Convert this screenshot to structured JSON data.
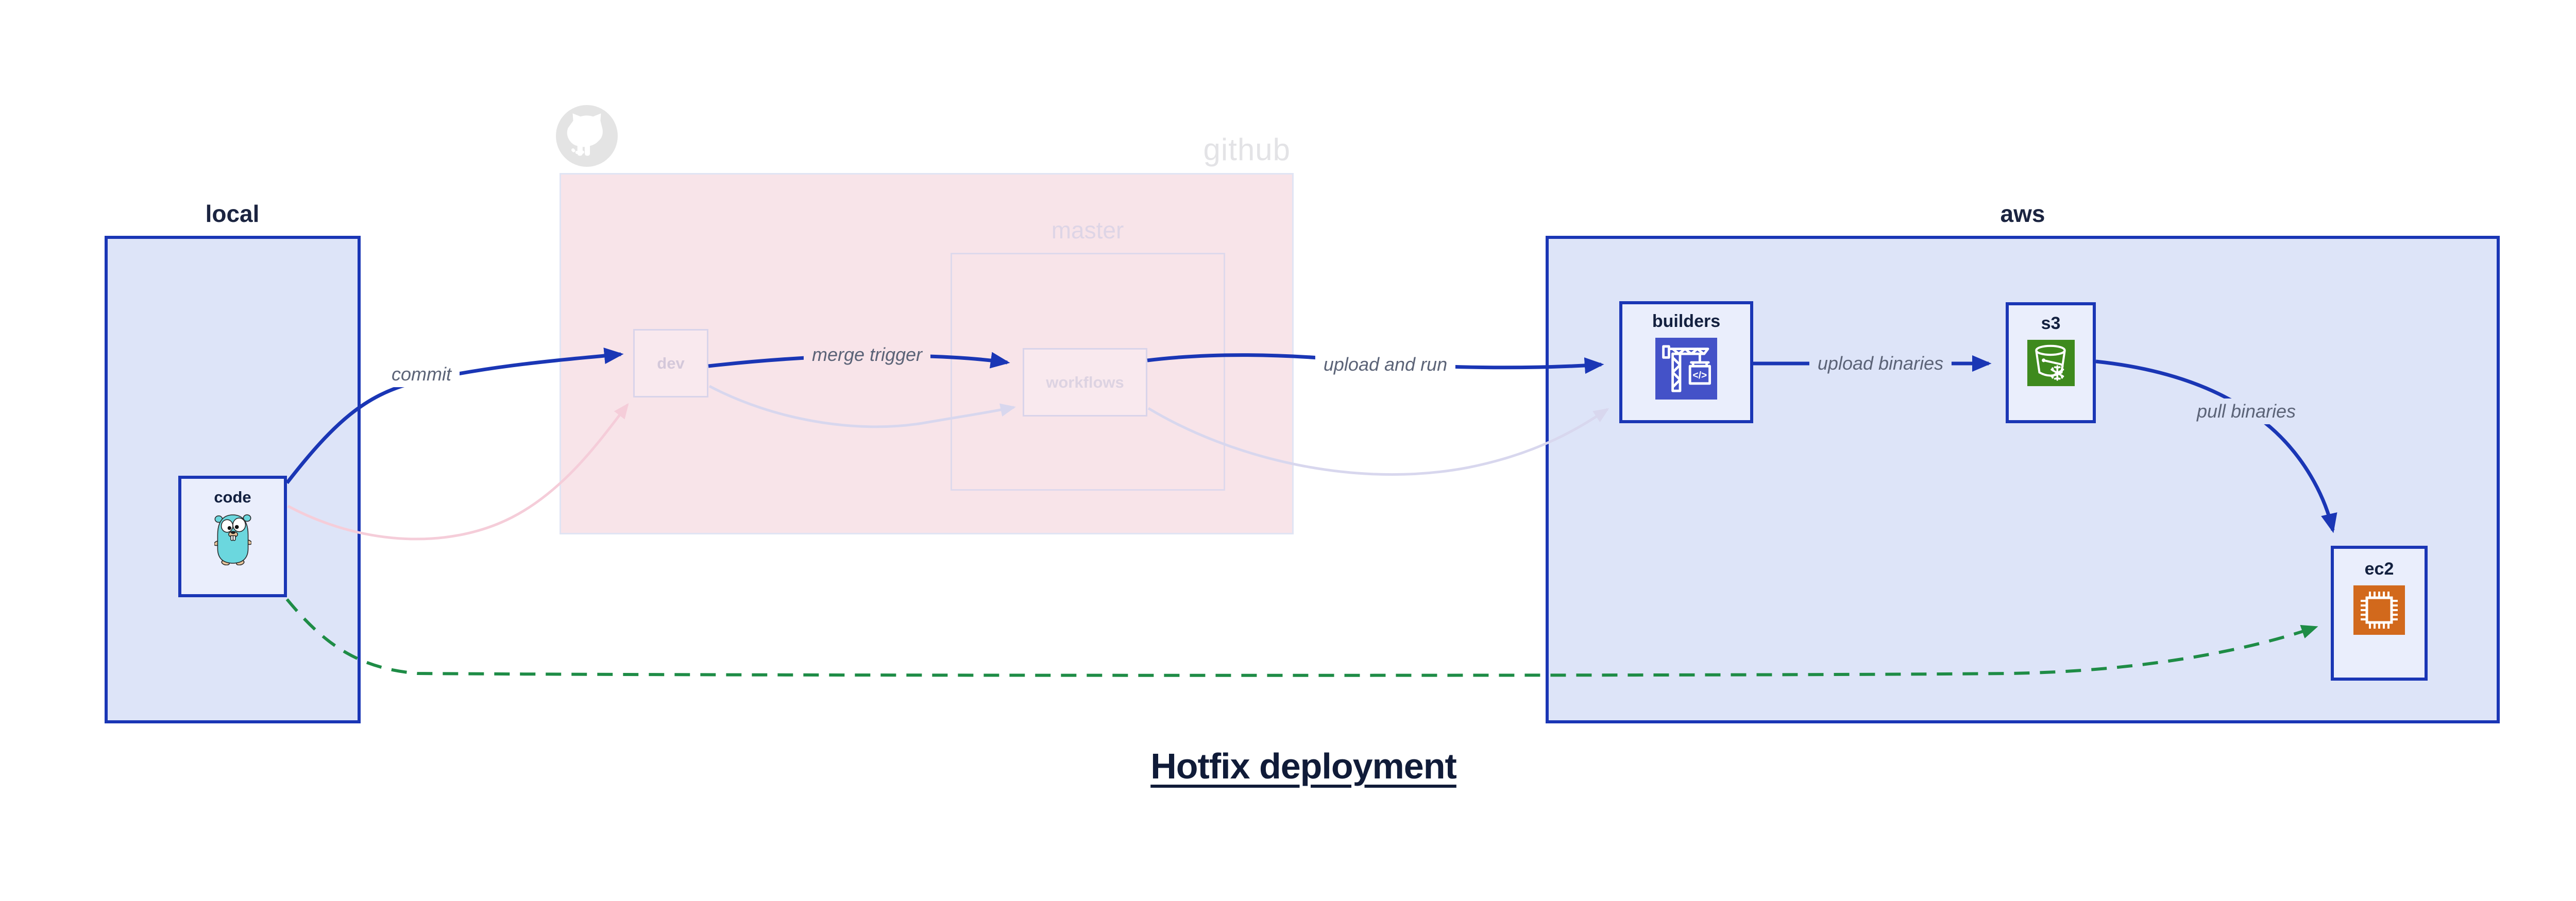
{
  "title": "Hotfix deployment",
  "groups": {
    "local": {
      "label": "local"
    },
    "github": {
      "label": "github",
      "branch": "master"
    },
    "aws": {
      "label": "aws"
    }
  },
  "nodes": {
    "code": {
      "label": "code",
      "icon": "go-gopher-icon"
    },
    "dev": {
      "label": "dev"
    },
    "workflows": {
      "label": "workflows"
    },
    "builders": {
      "label": "builders",
      "icon": "codebuild-crane-icon"
    },
    "s3": {
      "label": "s3",
      "icon": "s3-bucket-icon"
    },
    "ec2": {
      "label": "ec2",
      "icon": "ec2-chip-icon"
    }
  },
  "edges": {
    "commit": {
      "label": "commit",
      "style": "solid-blue"
    },
    "merge_trigger": {
      "label": "merge trigger",
      "style": "solid-blue"
    },
    "upload_and_run": {
      "label": "upload and run",
      "style": "solid-blue"
    },
    "upload_binaries": {
      "label": "upload binaries",
      "style": "solid-blue"
    },
    "pull_binaries": {
      "label": "pull binaries",
      "style": "solid-blue"
    },
    "hotfix_pull": {
      "label": "",
      "style": "dashed-green"
    },
    "faded_code_to_dev": {
      "label": "",
      "style": "faded-pink"
    },
    "faded_dev_to_workflows": {
      "label": "",
      "style": "faded-lavender"
    },
    "faded_workflows_to_builders": {
      "label": "",
      "style": "faded-lavender"
    }
  },
  "colors": {
    "accent_blue": "#1a36b5",
    "group_fill_blue": "#dde4f8",
    "node_fill": "#eaeefc",
    "github_fill_pink": "#f8e4e9",
    "faded_border": "#d9d4ea",
    "green_dashed": "#1e8c46",
    "faded_pink_arrow": "#f5cdd9",
    "faded_lavender_arrow": "#d8d7ee",
    "edge_label_text": "#5b6377",
    "dark_text": "#13203f",
    "builders_icon_bg": "#4452c8",
    "s3_icon_bg": "#3e8a1d",
    "ec2_icon_bg": "#d2691c",
    "gopher_teal": "#6bd7de",
    "octocat_gray": "#e4e4e4"
  }
}
